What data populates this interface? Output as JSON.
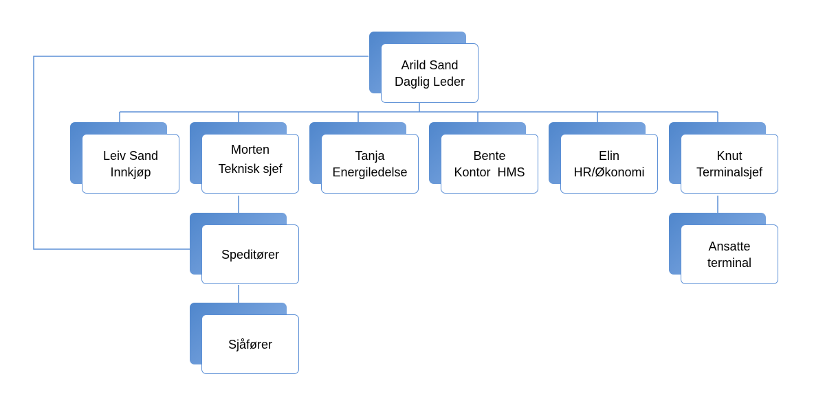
{
  "org_chart": {
    "top": {
      "name": "Arild Sand",
      "role": "Daglig Leder"
    },
    "leiv": {
      "name": "Leiv Sand",
      "role": "Innkjøp"
    },
    "morten": {
      "name": "Morten",
      "role": "Teknisk sjef"
    },
    "tanja": {
      "name": "Tanja",
      "role": "Energiledelse"
    },
    "bente": {
      "name": "Bente",
      "role": "Kontor  HMS"
    },
    "elin": {
      "name": "Elin",
      "role": "HR/Økonomi"
    },
    "knut": {
      "name": "Knut",
      "role": "Terminalsjef"
    },
    "speditorer": {
      "label": "Speditører"
    },
    "ansatte": {
      "line1": "Ansatte",
      "line2": "terminal"
    },
    "sjaforer": {
      "label": "Sjåfører"
    }
  },
  "colors": {
    "box_fill": "#4f86cc",
    "box_border": "#5b8fd6",
    "connector": "#5b8fd6"
  }
}
